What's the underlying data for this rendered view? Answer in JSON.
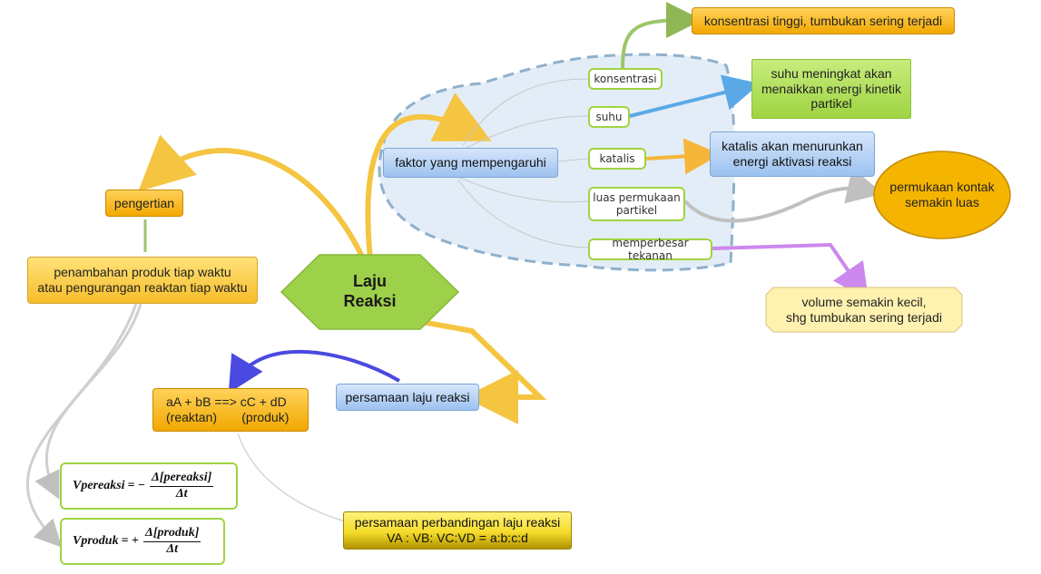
{
  "center": {
    "line1": "Laju",
    "line2": "Reaksi"
  },
  "pengertian": "pengertian",
  "definisi": "penambahan produk tiap waktu\natau pengurangan reaktan tiap waktu",
  "faktor": "faktor yang mempengaruhi",
  "faktor_items": {
    "konsentrasi": "konsentrasi",
    "suhu": "suhu",
    "katalis": "katalis",
    "luas": "luas permukaan\npartikel",
    "tekanan": "memperbesar tekanan"
  },
  "effects": {
    "konsentrasi": "konsentrasi tinggi, tumbukan sering terjadi",
    "suhu": "suhu meningkat akan\nmenaikkan energi kinetik\npartikel",
    "katalis": "katalis akan menurunkan\nenergi aktivasi reaksi",
    "luas": "permukaan kontak\nsemakin luas",
    "tekanan": "volume semakin kecil,\nshg tumbukan sering terjadi"
  },
  "persamaan": "persamaan laju reaksi",
  "reaksi": {
    "line1": "aA + bB ==> cC + dD",
    "line2": "(reaktan)       (produk)"
  },
  "formula_reaksi": {
    "lhs": "Vpereaksi",
    "op": "= −",
    "num": "Δ[pereaksi]",
    "den": "Δt"
  },
  "formula_produk": {
    "lhs": "Vproduk",
    "op": "= +",
    "num": "Δ[produk]",
    "den": "Δt"
  },
  "perbandingan": {
    "line1": "persamaan perbandingan laju reaksi",
    "line2": "VA : VB: VC:VD = a:b:c:d"
  },
  "colors": {
    "yellow_line": "#f5c542",
    "green_line": "#9cc66a",
    "blue_line": "#5aa9e6",
    "orange_line": "#f5b63a",
    "gray_line": "#c8c8c8",
    "purple_line": "#cc88ee",
    "indigo_line": "#4a4ae0",
    "cloud_border": "#8fb0cc",
    "hexagon": "#9ed14a"
  }
}
